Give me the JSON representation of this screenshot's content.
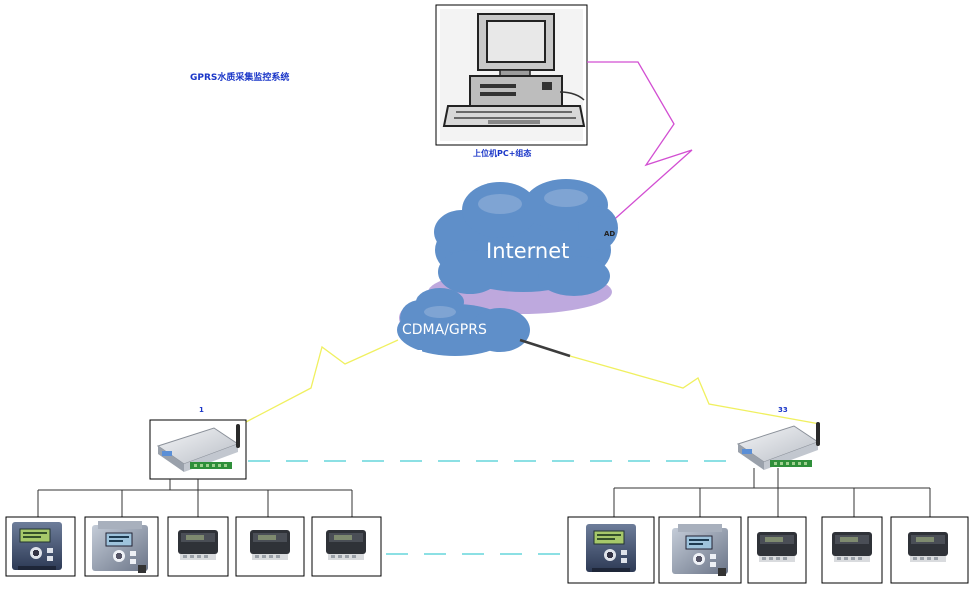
{
  "diagram": {
    "title": "GPRS水质采集监控系统",
    "pc_caption": "上位机PC+组态",
    "internet_label": "Internet",
    "network_label": "CDMA/GPRS",
    "ad_label": "AD",
    "node_left_label": "1",
    "node_right_label": "33"
  },
  "colors": {
    "title_text": "#1a36c8",
    "cloud_fill": "#5f8fc9",
    "cloud_highlight": "#9fb9de",
    "cloud_shadow": "#b39ad8",
    "wireless_link": "#f0f060",
    "pc_link": "#d24fd2",
    "dashed_link": "#66d6dc",
    "tree_line": "#333333"
  }
}
